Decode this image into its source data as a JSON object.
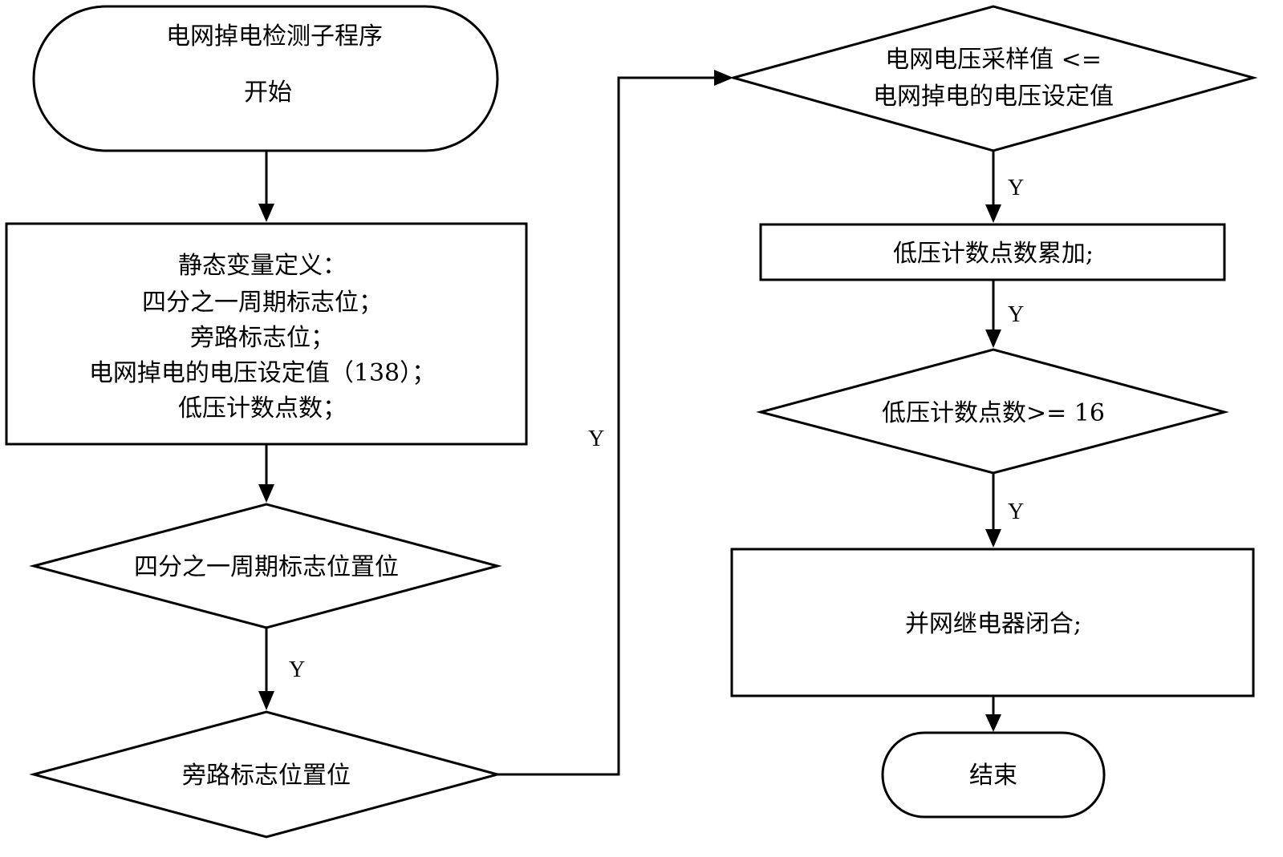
{
  "colors": {
    "stroke": "#000000",
    "fill": "#ffffff",
    "text": "#000000"
  },
  "nodes": {
    "start": {
      "line1": "电网掉电检测子程序",
      "line2": "开始"
    },
    "static_vars": {
      "line1": "静态变量定义：",
      "line2": "四分之一周期标志位；",
      "line3": "旁路标志位；",
      "line4": "电网掉电的电压设定值（138）；",
      "line5": "低压计数点数；"
    },
    "quarter_flag_check": {
      "label": "四分之一周期标志位置位"
    },
    "bypass_flag_check": {
      "label": "旁路标志位置位"
    },
    "voltage_compare": {
      "line1": "电网电压采样值 <=",
      "line2": "电网掉电的电压设定值"
    },
    "low_count_add": {
      "label": "低压计数点数累加;"
    },
    "low_count_check": {
      "label": "低压计数点数>= 16"
    },
    "relay_close": {
      "label": "并网继电器闭合;"
    },
    "end": {
      "label": "结束"
    }
  },
  "edge_labels": {
    "quarter_to_bypass": "Y",
    "bypass_to_voltage": "Y",
    "voltage_to_add": "Y",
    "add_to_check": "Y",
    "check_to_relay": "Y"
  }
}
